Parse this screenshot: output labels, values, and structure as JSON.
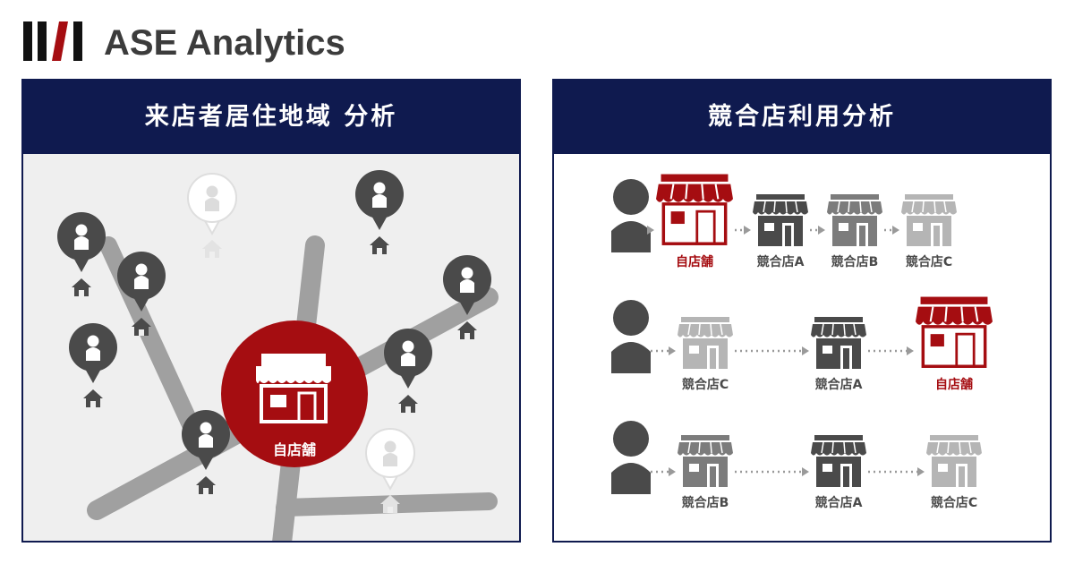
{
  "header": {
    "logo_icon": "ase-logo-icon",
    "brand": "ASE Analytics"
  },
  "left_panel": {
    "title": "来店者居住地域 分析",
    "own_store_label": "自店舗",
    "colors": {
      "navy": "#0f1a4f",
      "brand_red": "#a50d11",
      "dark_gray": "#4a4a4a",
      "road_gray": "#a0a0a0",
      "faded": "#e0e0e0"
    }
  },
  "right_panel": {
    "title": "競合店利用分析",
    "rows": [
      {
        "stores": [
          {
            "label": "自店舗",
            "kind": "own"
          },
          {
            "label": "競合店A",
            "kind": "dark"
          },
          {
            "label": "競合店B",
            "kind": "mid"
          },
          {
            "label": "競合店C",
            "kind": "light"
          }
        ]
      },
      {
        "stores": [
          {
            "label": "競合店C",
            "kind": "light"
          },
          {
            "label": "競合店A",
            "kind": "dark"
          },
          {
            "label": "自店舗",
            "kind": "own"
          }
        ]
      },
      {
        "stores": [
          {
            "label": "競合店B",
            "kind": "mid"
          },
          {
            "label": "競合店A",
            "kind": "dark"
          },
          {
            "label": "競合店C",
            "kind": "light"
          }
        ]
      }
    ]
  }
}
